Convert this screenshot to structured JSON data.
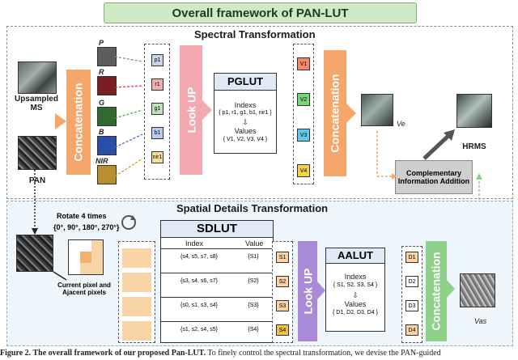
{
  "title": "Overall framework of PAN-LUT",
  "spectral": {
    "title": "Spectral Transformation",
    "upsampled_ms": "Upsampled MS",
    "pan": "PAN",
    "concat_label": "Concatenation",
    "lookup_label": "Look UP",
    "band_labels": [
      "P",
      "R",
      "G",
      "B",
      "NIR"
    ],
    "input_cells": [
      "p1",
      "r1",
      "g1",
      "b1",
      "nir1"
    ],
    "pglut": {
      "title": "PGLUT",
      "indexs_label": "Indexs",
      "indexs_value": "{ p1, r1, g1, b1, nir1 }",
      "arrow": "⇩",
      "values_label": "Values",
      "values_value": "{ V1, V2, V3, V4 }"
    },
    "v_cells": [
      "V1",
      "V2",
      "V3",
      "V4"
    ],
    "concat2_label": "Concatenation",
    "ve_label": "Ve",
    "hrms_label": "HRMS",
    "cia_label": "Complementary Information Addition"
  },
  "spatial": {
    "title": "Spatial Details Transformation",
    "rotate_label": "Rotate 4 times",
    "angles": "{0°, 90°, 180°, 270°}",
    "current_pixel_label": "Current pixel and Ajacent pixels",
    "sdlut": {
      "title": "SDLUT",
      "index_header": "Index",
      "value_header": "Value",
      "rows": [
        {
          "index": "{s4, s5, s7, s8}",
          "value": "{S1}"
        },
        {
          "index": "{s3, s4, s6, s7}",
          "value": "{S2}"
        },
        {
          "index": "{s0, s1, s3, s4}",
          "value": "{S3}"
        },
        {
          "index": "{s1, s2, s4, s5}",
          "value": "{S4}"
        }
      ]
    },
    "s_cells": [
      "S1",
      "S2",
      "S3",
      "S4"
    ],
    "lookup_label": "Look UP",
    "aalut": {
      "title": "AALUT",
      "indexs_label": "Indexs",
      "indexs_value": "{ S1, S2, S3, S4 }",
      "arrow": "⇩",
      "values_label": "Values",
      "values_value": "{ D1, D2, D3, D4 }"
    },
    "d_cells": [
      "D1",
      "D2",
      "D3",
      "D4"
    ],
    "concat_label": "Concatenation",
    "vas_label": "Vas"
  },
  "caption_bold": "Figure 2. The overall framework of our proposed Pan-LUT.",
  "caption_rest": " To finely control the spectral transformation, we devise the PAN-guided",
  "colors": {
    "concat_orange": "#f5a66b",
    "lookup_pink": "#f4a9b0",
    "concat_green": "#8fd08a",
    "lookup_purple": "#a88ad6",
    "cia_gray": "#cfcfcf"
  }
}
